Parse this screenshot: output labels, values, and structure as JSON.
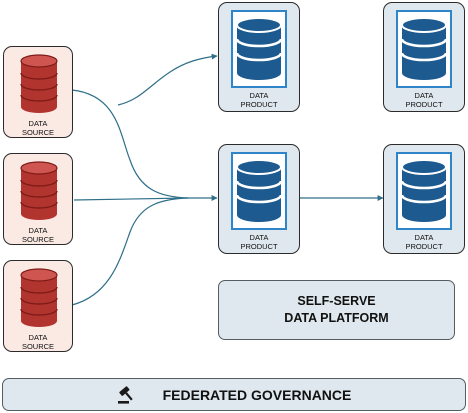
{
  "colors": {
    "source_bg": "#fbe9e4",
    "product_bg": "#dfe8ee",
    "source_db": "#b1342f",
    "product_db": "#1c5a8f",
    "product_db_frame": "#2e86c8",
    "connector": "#2f6f89"
  },
  "sources": [
    {
      "label": "DATA\nSOURCE"
    },
    {
      "label": "DATA\nSOURCE"
    },
    {
      "label": "DATA\nSOURCE"
    }
  ],
  "products": [
    {
      "label": "DATA\nPRODUCT"
    },
    {
      "label": "DATA\nPRODUCT"
    },
    {
      "label": "DATA\nPRODUCT"
    },
    {
      "label": "DATA\nPRODUCT"
    }
  ],
  "platform": {
    "label": "SELF-SERVE\nDATA PLATFORM"
  },
  "governance": {
    "label": "FEDERATED GOVERNANCE",
    "icon": "gavel-icon"
  }
}
